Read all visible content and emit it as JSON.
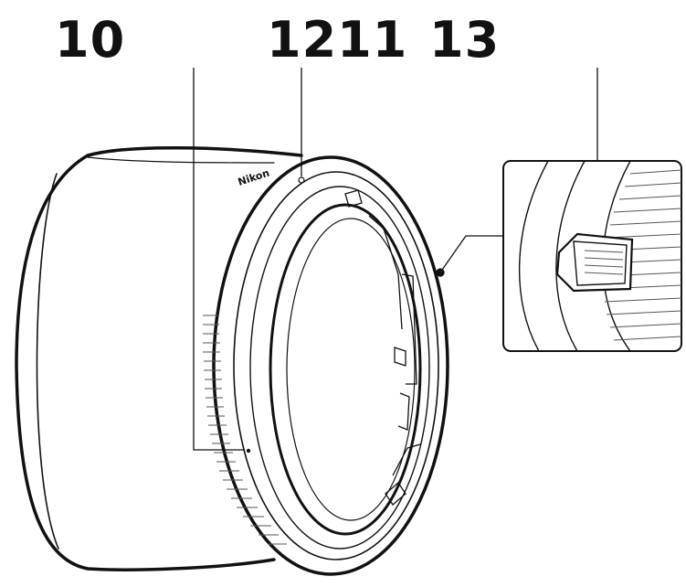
{
  "labels": {
    "part_10": "10",
    "part_12_11": "1211",
    "part_13": "13"
  },
  "brand_mark": "Nikon",
  "colors": {
    "outline": "#111111",
    "hatch": "#555555",
    "background": "#ffffff"
  }
}
